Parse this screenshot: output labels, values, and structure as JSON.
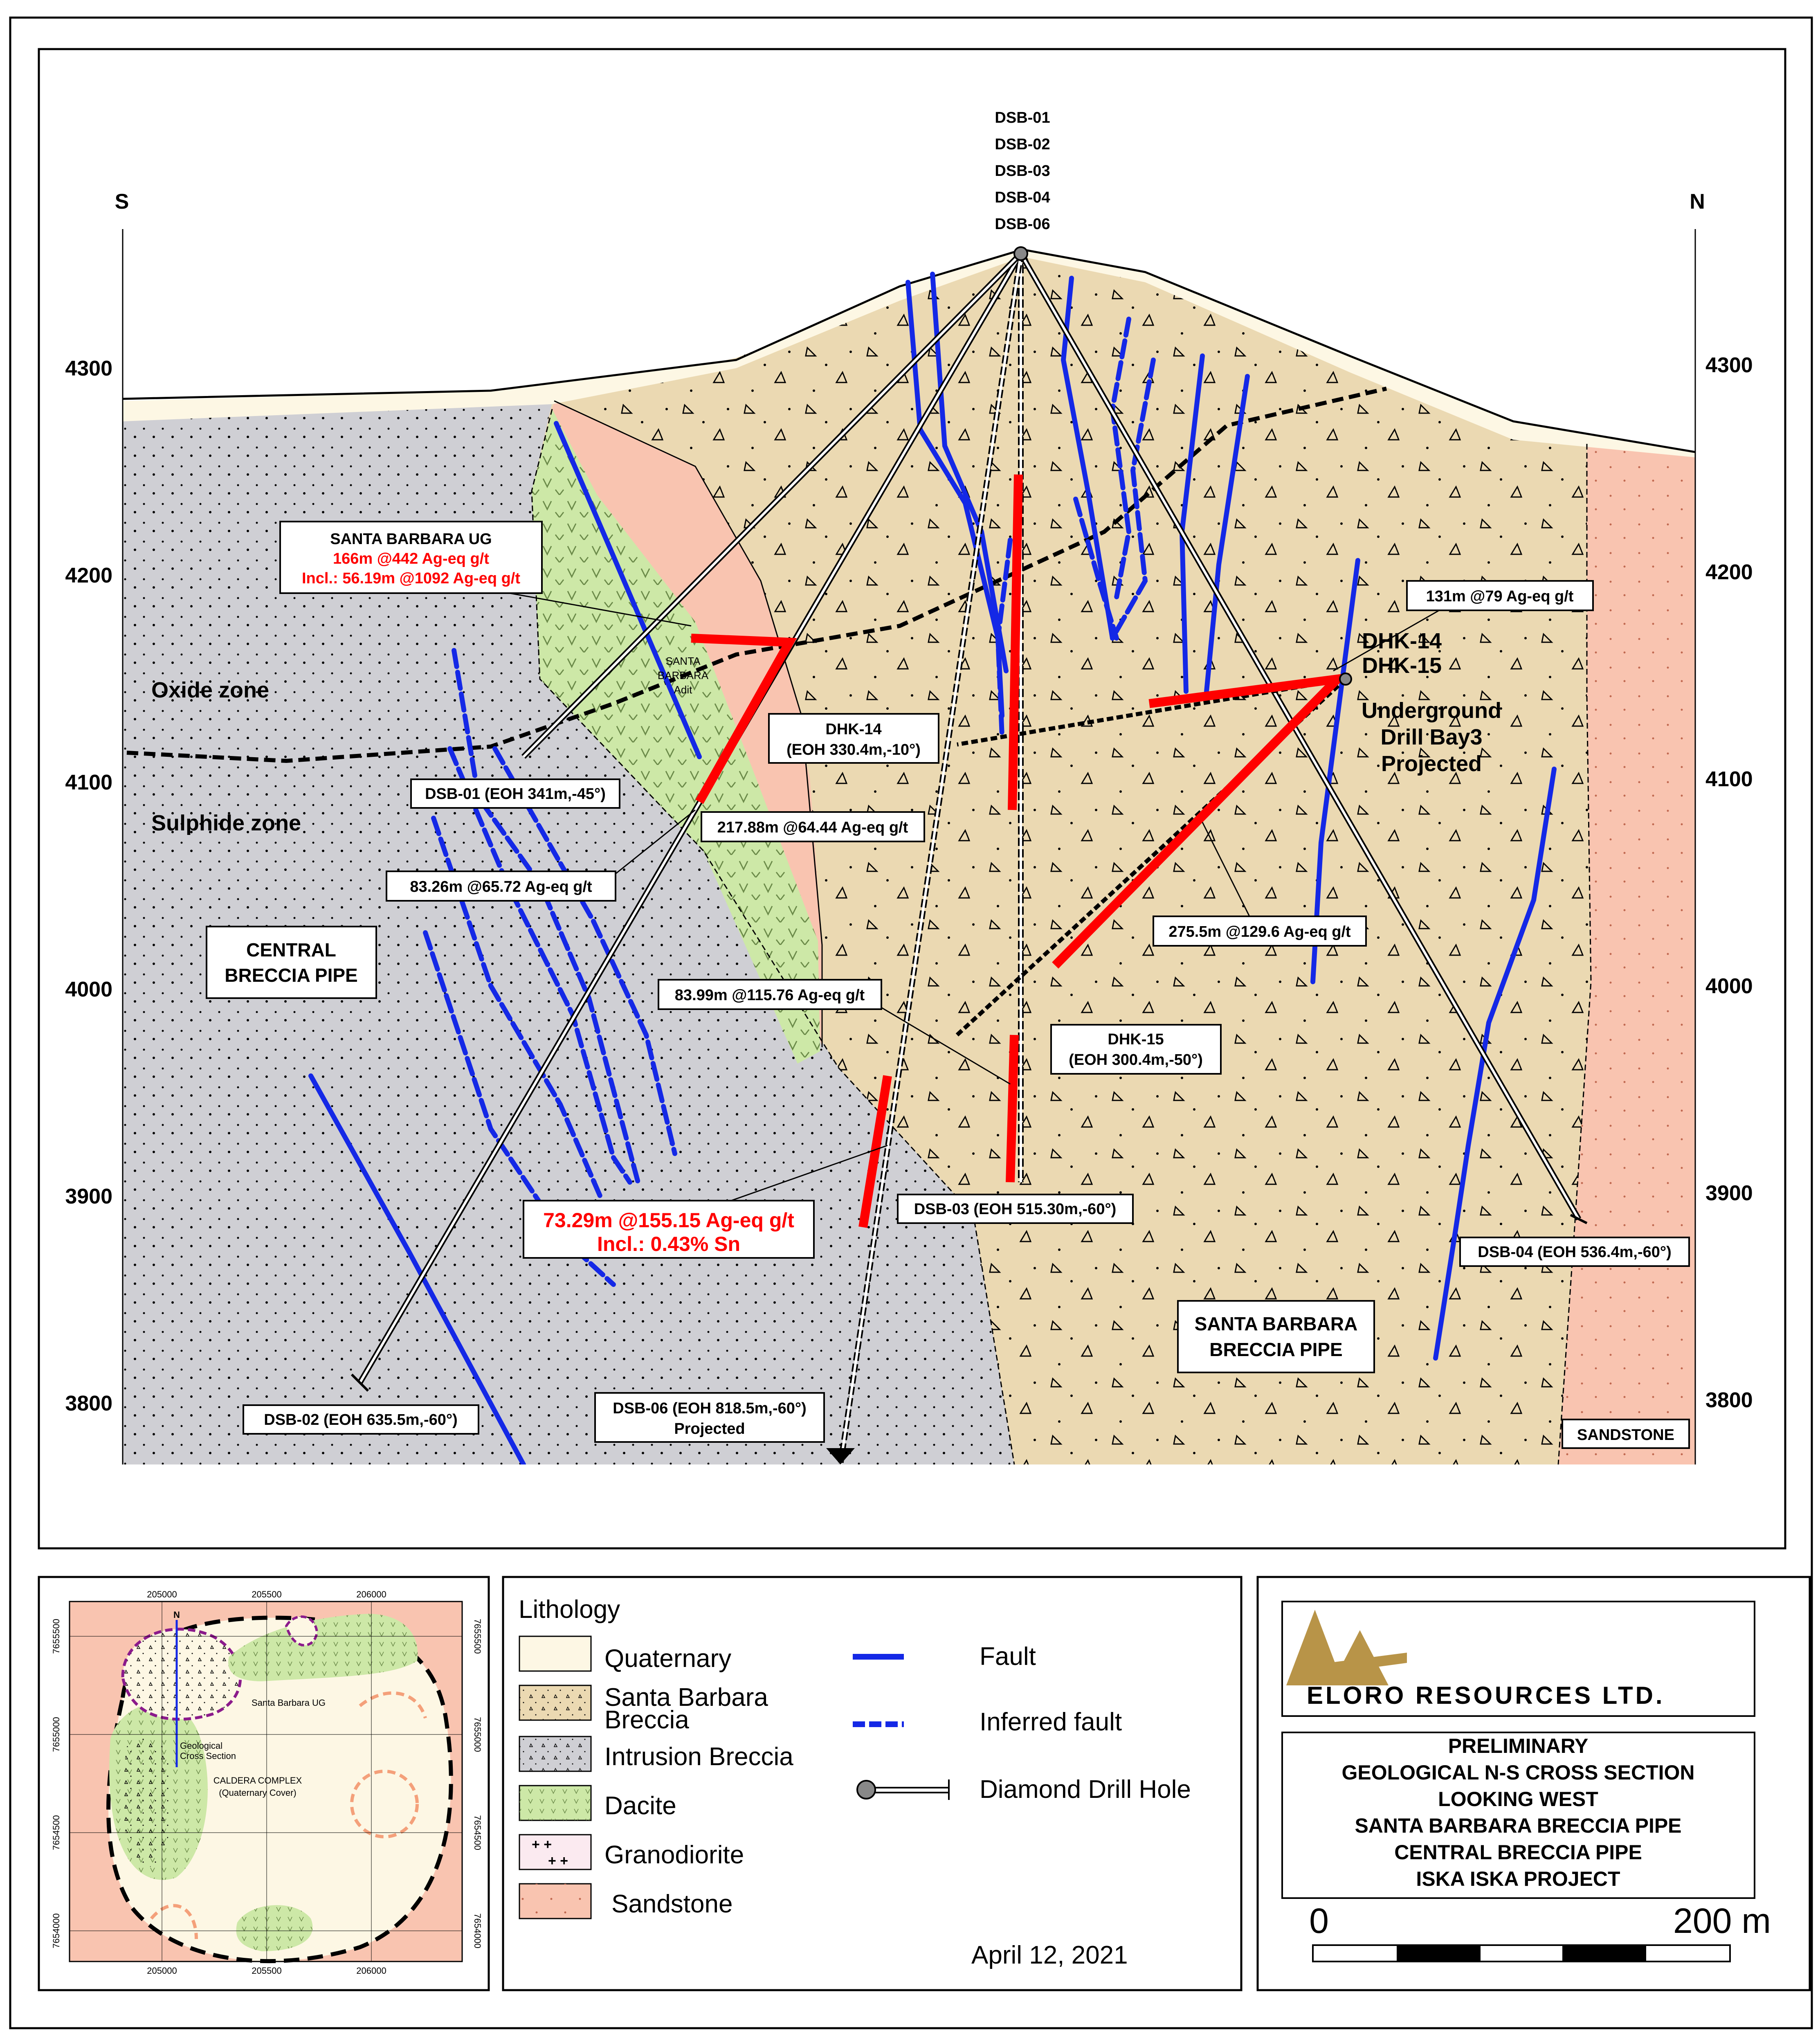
{
  "section": {
    "compass_left": "S",
    "compass_right": "N",
    "collar_holes": [
      "DSB-01",
      "DSB-02",
      "DSB-03",
      "DSB-04",
      "DSB-06"
    ],
    "elevations_left": [
      "4300",
      "4200",
      "4100",
      "4000",
      "3900",
      "3800"
    ],
    "elevations_right": [
      "4300",
      "4200",
      "4100",
      "4000",
      "3900",
      "3800"
    ],
    "zones": {
      "oxide": "Oxide zone",
      "sulphide": "Sulphide zone"
    },
    "central_pipe": [
      "CENTRAL",
      "BRECCIA PIPE"
    ],
    "sb_pipe": [
      "SANTA BARBARA",
      "BRECCIA PIPE"
    ],
    "sandstone": "SANDSTONE",
    "adit": [
      "SANTA",
      "BARBARA",
      "Adit"
    ],
    "sb_ug": {
      "title": "SANTA BARBARA UG",
      "line1": "166m @442 Ag-eq g/t",
      "line2": "Incl.: 56.19m @1092 Ag-eq g/t"
    },
    "dhk_collar": [
      "DHK-14",
      "DHK-15"
    ],
    "ug_bay": [
      "Underground",
      "Drill Bay3",
      "Projected"
    ],
    "intercepts": {
      "i131": "131m @79 Ag-eq g/t",
      "i217": "217.88m @64.44 Ag-eq g/t",
      "i83a": "83.26m @65.72 Ag-eq g/t",
      "i275": "275.5m @129.6 Ag-eq g/t",
      "i83b": "83.99m @115.76 Ag-eq g/t",
      "i73_1": "73.29m @155.15 Ag-eq g/t",
      "i73_2": "Incl.: 0.43% Sn"
    },
    "holes": {
      "dhk14": [
        "DHK-14",
        "(EOH 330.4m,-10°)"
      ],
      "dhk15": [
        "DHK-15",
        "(EOH 300.4m,-50°)"
      ],
      "dsb01": "DSB-01 (EOH 341m,-45°)",
      "dsb02": "DSB-02 (EOH 635.5m,-60°)",
      "dsb03": "DSB-03 (EOH 515.30m,-60°)",
      "dsb04": "DSB-04 (EOH 536.4m,-60°)",
      "dsb06": [
        "DSB-06 (EOH 818.5m,-60°)",
        "Projected"
      ]
    }
  },
  "inset_map": {
    "x_ticks": [
      "205000",
      "205500",
      "206000"
    ],
    "y_ticks": [
      "7655500",
      "7655000",
      "7654500",
      "7654000"
    ],
    "north": "N",
    "labels": {
      "sb_ug": "Santa Barbara UG",
      "xsec1": "Geological",
      "xsec2": "Cross Section",
      "caldera1": "CALDERA COMPLEX",
      "caldera2": "(Quaternary Cover)"
    }
  },
  "legend": {
    "title": "Lithology",
    "lithology": [
      {
        "label": "Quaternary",
        "color": "#fdf7e4"
      },
      {
        "label": "Santa Barbara",
        "label2": "Breccia",
        "color": "#ebd9b2"
      },
      {
        "label": "Intrusion Breccia",
        "color": "#cfcfd4"
      },
      {
        "label": "Dacite",
        "color": "#cde8a7"
      },
      {
        "label": "Granodiorite",
        "color": "#fbeaf0"
      },
      {
        "label": "Sandstone",
        "color": "#f9c4b0"
      }
    ],
    "symbols": {
      "fault": "Fault",
      "inferred": "Inferred fault",
      "ddh": "Diamond Drill Hole"
    },
    "date": "April 12, 2021"
  },
  "title_block": {
    "company": "ELORO RESOURCES LTD.",
    "lines": [
      "PRELIMINARY",
      "GEOLOGICAL N-S CROSS SECTION",
      "LOOKING WEST",
      "SANTA BARBARA BRECCIA PIPE",
      "CENTRAL BRECCIA PIPE",
      "ISKA ISKA PROJECT"
    ],
    "scale_start": "0",
    "scale_end": "200 m"
  },
  "colors": {
    "quaternary": "#fdf7e4",
    "sb_breccia": "#ebd9b2",
    "intrusion_breccia": "#cfcfd4",
    "dacite": "#cde8a7",
    "sandstone": "#f9c4b0",
    "fault": "#1428e6",
    "intercept": "#ff0000",
    "logo_gold": "#b89448"
  }
}
